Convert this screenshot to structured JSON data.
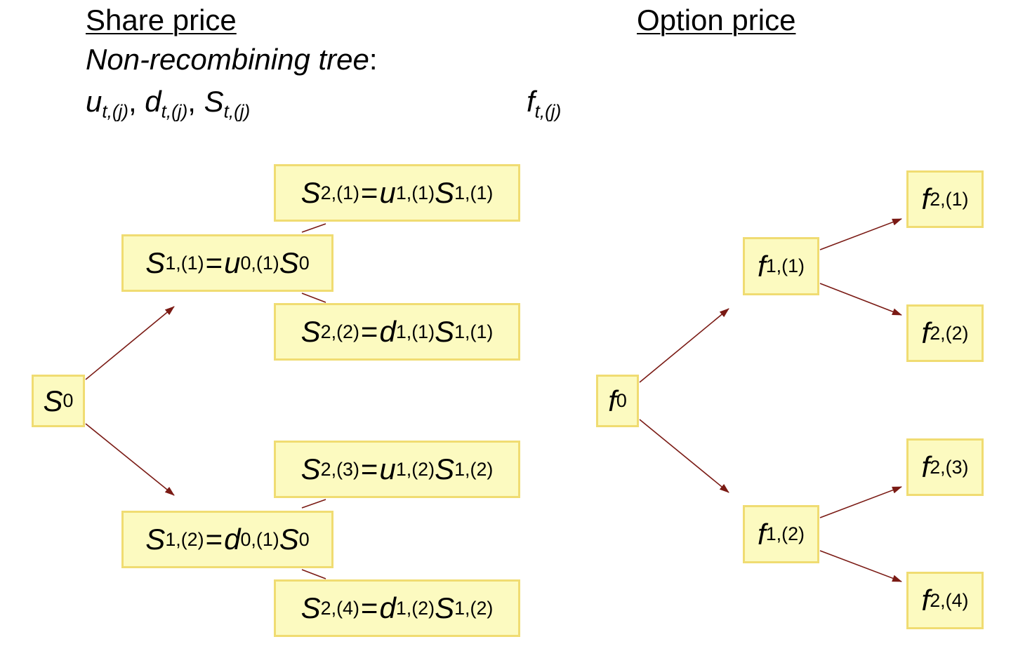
{
  "headings": {
    "share": "Share price",
    "option": "Option price"
  },
  "subtitle": {
    "italic": "Non-recombining tree",
    "suffix": ":"
  },
  "variables": {
    "share": [
      {
        "sym": "u",
        "sub": "t,(j)",
        "sep": ", "
      },
      {
        "sym": "d",
        "sub": "t,(j)",
        "sep": ", "
      },
      {
        "sym": "S",
        "sub": "t,(j)",
        "sep": ""
      }
    ],
    "option": {
      "sym": "f",
      "sub": "t,(j)"
    }
  },
  "share_tree": {
    "S0": {
      "sym": "S",
      "sub": "0"
    },
    "S1_1": {
      "lhs": "S",
      "lhs_sub": "1,(1)",
      "eq": "=",
      "f1": "u",
      "f1_sub": "0,(1)",
      "f2": "S",
      "f2_sub": "0"
    },
    "S1_2": {
      "lhs": "S",
      "lhs_sub": "1,(2)",
      "eq": "=",
      "f1": "d",
      "f1_sub": "0,(1)",
      "f2": "S",
      "f2_sub": "0"
    },
    "S2_1": {
      "lhs": "S",
      "lhs_sub": "2,(1)",
      "eq": "=",
      "f1": "u",
      "f1_sub": "1,(1)",
      "f2": "S",
      "f2_sub": "1,(1)"
    },
    "S2_2": {
      "lhs": "S",
      "lhs_sub": "2,(2)",
      "eq": "=",
      "f1": "d",
      "f1_sub": "1,(1)",
      "f2": "S",
      "f2_sub": "1,(1)"
    },
    "S2_3": {
      "lhs": "S",
      "lhs_sub": "2,(3)",
      "eq": "=",
      "f1": "u",
      "f1_sub": "1,(2)",
      "f2": "S",
      "f2_sub": "1,(2)"
    },
    "S2_4": {
      "lhs": "S",
      "lhs_sub": "2,(4)",
      "eq": "=",
      "f1": "d",
      "f1_sub": "1,(2)",
      "f2": "S",
      "f2_sub": "1,(2)"
    }
  },
  "option_tree": {
    "f0": {
      "sym": "f",
      "sub": "0"
    },
    "f1_1": {
      "sym": "f",
      "sub": "1,(1)"
    },
    "f1_2": {
      "sym": "f",
      "sub": "1,(2)"
    },
    "f2_1": {
      "sym": "f",
      "sub": "2,(1)"
    },
    "f2_2": {
      "sym": "f",
      "sub": "2,(2)"
    },
    "f2_3": {
      "sym": "f",
      "sub": "2,(3)"
    },
    "f2_4": {
      "sym": "f",
      "sub": "2,(4)"
    }
  },
  "colors": {
    "node_fill": "#fcfac0",
    "node_border": "#f0dc72",
    "edge": "#7a1a14"
  }
}
